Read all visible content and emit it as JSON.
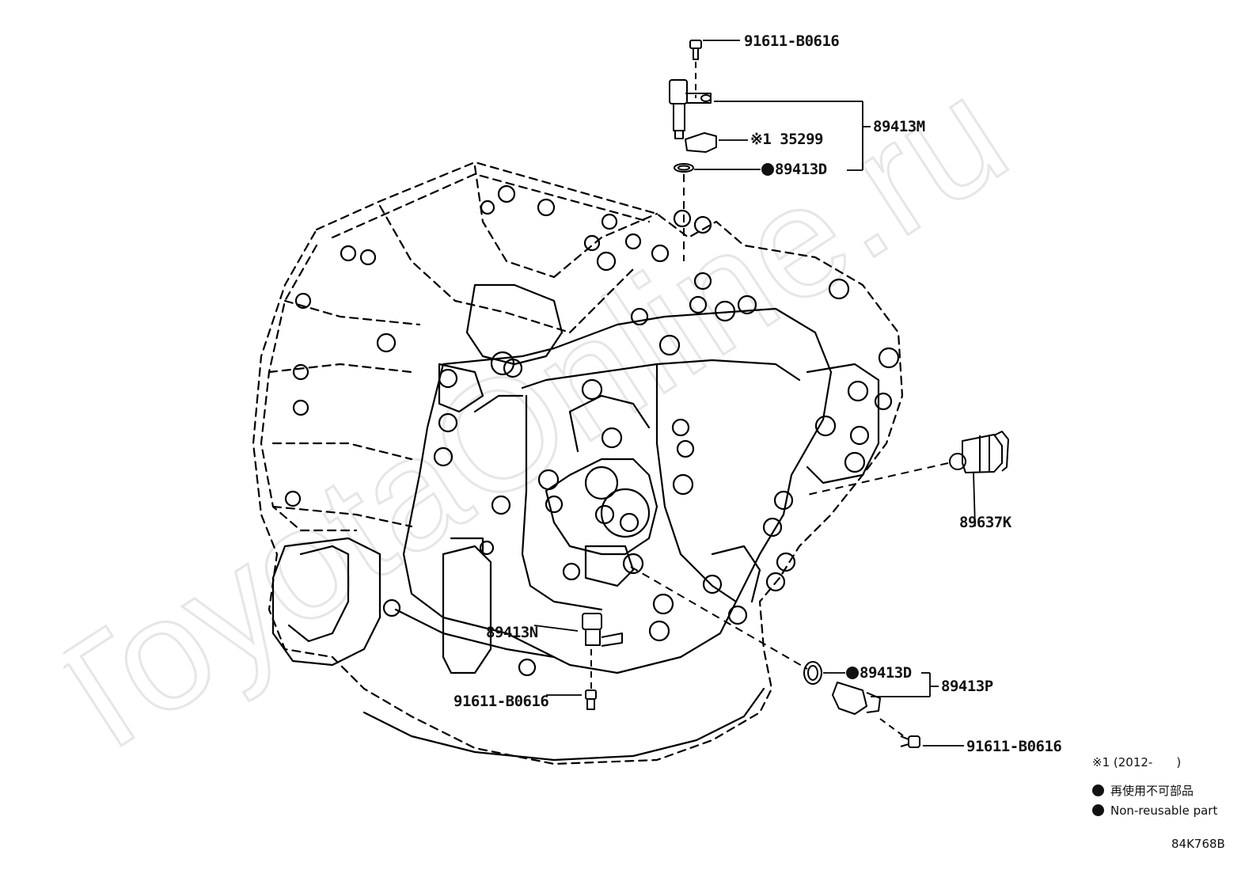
{
  "watermark": "ToyotaOnline.ru",
  "drawing_code": "84K768B",
  "parts": {
    "bolt_top": "91611-B0616",
    "sensor_assy_top": "89413M",
    "sensor_top_plate": "※1 35299",
    "oring_top": "89413D",
    "pressure_switch": "89637K",
    "sensor_left": "89413N",
    "bolt_left": "91611-B0616",
    "oring_bottom": "89413D",
    "sensor_assy_bottom": "89413P",
    "bolt_bottom": "91611-B0616"
  },
  "legend": {
    "note_marker": "※1",
    "note_year": "(2012-　　)",
    "nonreusable_jp": "再使用不可部品",
    "nonreusable_en": "Non-reusable part"
  }
}
